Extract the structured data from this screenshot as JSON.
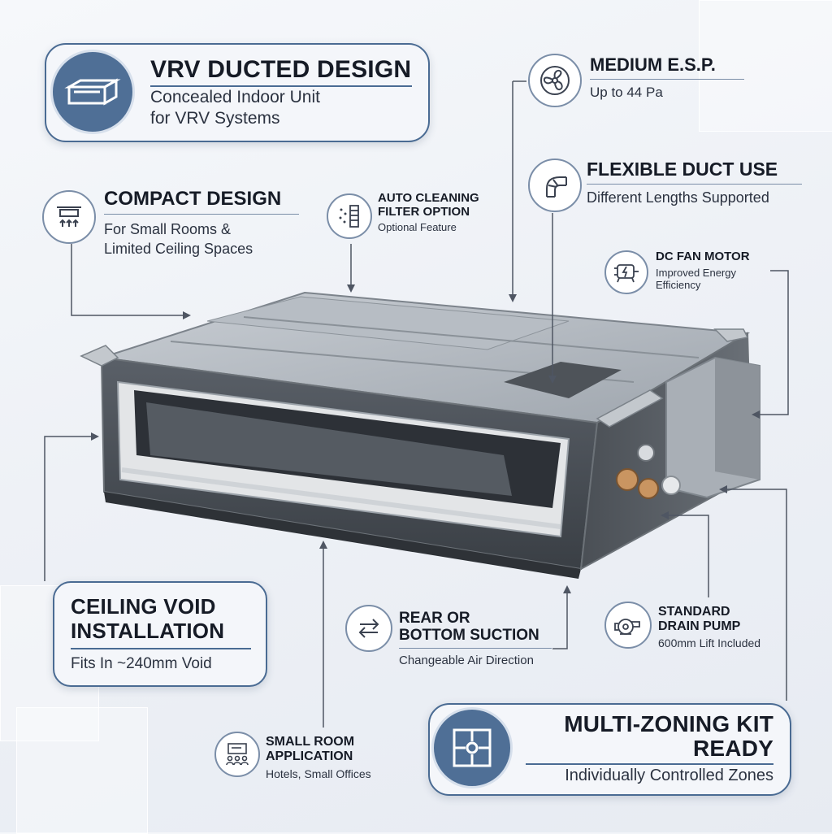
{
  "features": {
    "vrv": {
      "title": "VRV DUCTED DESIGN",
      "line1": "Concealed Indoor Unit",
      "line2": "for VRV Systems",
      "icon": "duct-unit-icon"
    },
    "medium_esp": {
      "title": "MEDIUM E.S.P.",
      "sub": "Up to 44 Pa",
      "icon": "fan-icon"
    },
    "flexible_duct": {
      "title": "FLEXIBLE DUCT USE",
      "sub": "Different Lengths Supported",
      "icon": "elbow-duct-icon"
    },
    "compact": {
      "title": "COMPACT DESIGN",
      "line1": "For Small Rooms &",
      "line2": "Limited Ceiling Spaces",
      "icon": "ceiling-unit-icon"
    },
    "auto_cleaning": {
      "title1": "AUTO CLEANING",
      "title2": "FILTER OPTION",
      "sub": "Optional Feature",
      "icon": "filter-icon"
    },
    "dc_fan": {
      "title": "DC FAN MOTOR",
      "line1": "Improved Energy",
      "line2": "Efficiency",
      "icon": "motor-icon"
    },
    "ceiling_void": {
      "title1": "CEILING VOID",
      "title2": "INSTALLATION",
      "sub": "Fits In ~240mm Void"
    },
    "rear_bottom": {
      "title1": "REAR OR",
      "title2": "BOTTOM SUCTION",
      "sub": "Changeable Air Direction",
      "icon": "swap-arrows-icon"
    },
    "drain_pump": {
      "title1": "STANDARD",
      "title2": "DRAIN PUMP",
      "sub": "600mm Lift Included",
      "icon": "pump-icon"
    },
    "small_room": {
      "title1": "SMALL ROOM",
      "title2": "APPLICATION",
      "sub": "Hotels, Small Offices",
      "icon": "meeting-room-icon"
    },
    "multi_zoning": {
      "title1": "MULTI-ZONING KIT",
      "title2": "READY",
      "sub": "Individually Controlled Zones",
      "icon": "zones-icon"
    }
  },
  "colors": {
    "accent": "#4a6b93",
    "card_bg": "#f4f6fa",
    "text": "#161b26",
    "unit_metal": "#9aa2ab"
  }
}
